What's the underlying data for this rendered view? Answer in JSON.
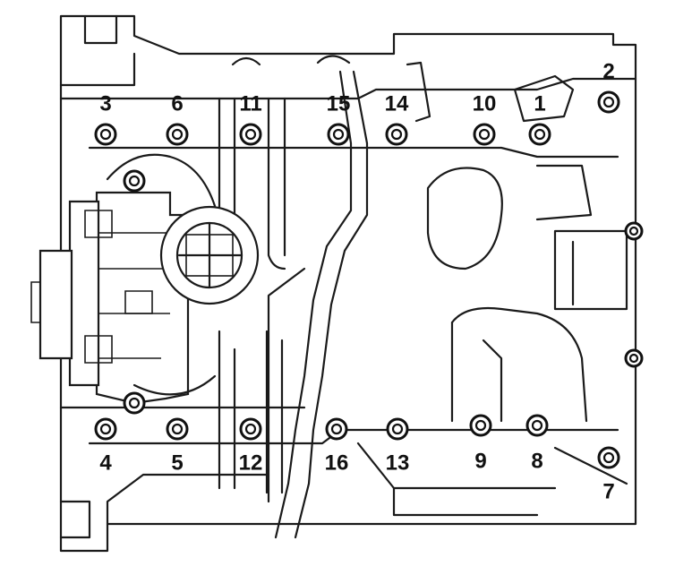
{
  "diagram": {
    "bolts": [
      {
        "label": "1"
      },
      {
        "label": "2"
      },
      {
        "label": "3"
      },
      {
        "label": "4"
      },
      {
        "label": "5"
      },
      {
        "label": "6"
      },
      {
        "label": "7"
      },
      {
        "label": "8"
      },
      {
        "label": "9"
      },
      {
        "label": "10"
      },
      {
        "label": "11"
      },
      {
        "label": "12"
      },
      {
        "label": "13"
      },
      {
        "label": "14"
      },
      {
        "label": "15"
      },
      {
        "label": "16"
      }
    ],
    "colors": {
      "ink": "#111111",
      "background": "#ffffff"
    }
  }
}
